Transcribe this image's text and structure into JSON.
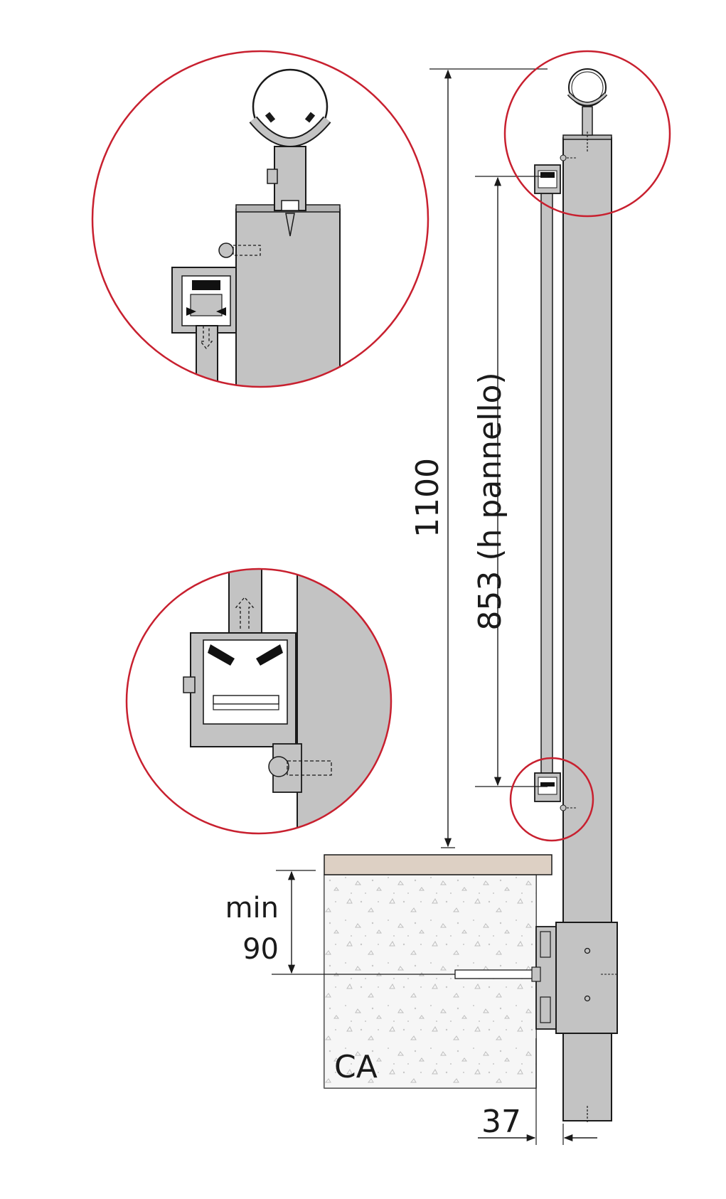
{
  "labels": {
    "total_height": "1100",
    "panel_height": "853 (h pannello)",
    "min_label": "min",
    "min_value": "90",
    "concrete": "CA",
    "offset": "37"
  },
  "colors": {
    "steel": "#c3c3c3",
    "outline": "#1a1a1a",
    "detail_circle": "#c8202f",
    "concrete_fill": "#ececec",
    "screed_fill": "#ddd0c4",
    "seal": "#111111"
  }
}
